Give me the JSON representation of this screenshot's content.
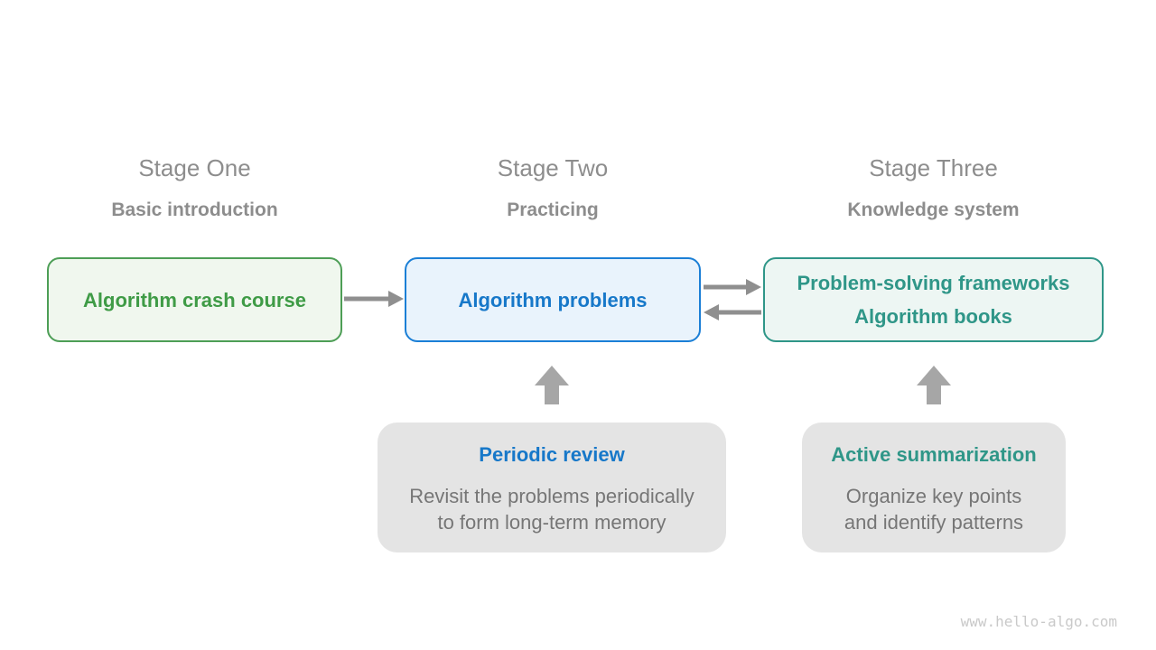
{
  "diagram": {
    "background": "#ffffff",
    "watermark": {
      "text": "www.hello-algo.com",
      "color": "#c9c9c9"
    }
  },
  "colors": {
    "stage_title": "#8d8d8d",
    "stage_subtitle": "#8d8d8d",
    "connector_arrow": "#8f8f8f",
    "block_arrow": "#a6a6a6",
    "note_bg": "#e4e4e4",
    "note_body_text": "#767676"
  },
  "stages": [
    {
      "title": "Stage One",
      "subtitle": "Basic introduction",
      "box": {
        "lines": {
          "0": "Algorithm crash course"
        },
        "bg": "#f0f7ee",
        "border": "#4d9e56",
        "text": "#3f9b46"
      }
    },
    {
      "title": "Stage Two",
      "subtitle": "Practicing",
      "box": {
        "lines": {
          "0": "Algorithm problems"
        },
        "bg": "#e9f3fc",
        "border": "#1b7fd6",
        "text": "#1778c9"
      }
    },
    {
      "title": "Stage Three",
      "subtitle": "Knowledge system",
      "box": {
        "lines": {
          "0": "Problem-solving frameworks",
          "1": "Algorithm books"
        },
        "bg": "#edf6f3",
        "border": "#2f9688",
        "text": "#2f9688"
      }
    }
  ],
  "notes": [
    {
      "title": "Periodic review",
      "title_color": "#1778c9",
      "lines": {
        "0": "Revisit the problems periodically",
        "1": "to form long-term memory"
      }
    },
    {
      "title": "Active summarization",
      "title_color": "#2f9688",
      "lines": {
        "0": "Organize key points",
        "1": "and identify patterns"
      }
    }
  ]
}
